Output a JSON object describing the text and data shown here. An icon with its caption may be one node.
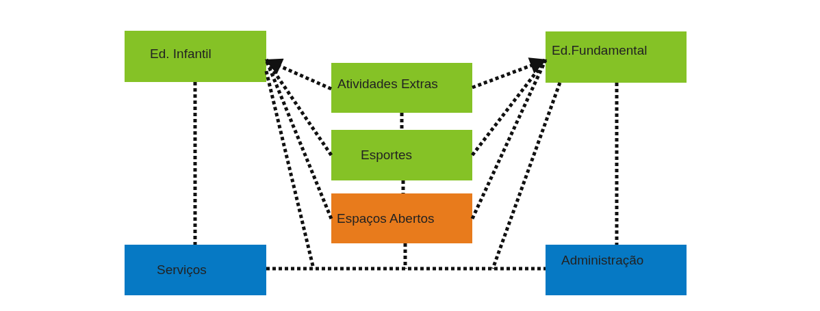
{
  "diagram": {
    "nodes": [
      {
        "text": [
          "Ed. Infantil"
        ]
      },
      {
        "text": [
          "Ed.Fundamental"
        ]
      },
      {
        "text": [
          "Atividades Extras"
        ]
      },
      {
        "text": [
          "Esportes"
        ]
      },
      {
        "text": [
          "Espaços Abertos"
        ]
      },
      {
        "text": [
          "Serviços"
        ]
      },
      {
        "text": [
          "Administração"
        ]
      }
    ],
    "edges": [
      {
        "from": 0,
        "to": 5,
        "arrow": "none"
      },
      {
        "from": 2,
        "to": 0,
        "arrow": "to"
      },
      {
        "from": 3,
        "to": 0,
        "arrow": "none"
      },
      {
        "from": 4,
        "to": 0,
        "arrow": "none"
      },
      {
        "from": 2,
        "to": 1,
        "arrow": "to"
      },
      {
        "from": 3,
        "to": 1,
        "arrow": "none"
      },
      {
        "from": 4,
        "to": 1,
        "arrow": "none"
      },
      {
        "from": 1,
        "to": 6,
        "arrow": "none"
      },
      {
        "from": 2,
        "to": 3,
        "arrow": "none"
      },
      {
        "from": 3,
        "to": 4,
        "arrow": "none"
      },
      {
        "from": 5,
        "to": 6,
        "arrow": "none"
      },
      {
        "from": 0,
        "to": 6,
        "arrow": "none"
      },
      {
        "from": 4,
        "to": 6,
        "arrow": "none"
      },
      {
        "from": 1,
        "to": 5,
        "arrow": "none"
      }
    ]
  }
}
